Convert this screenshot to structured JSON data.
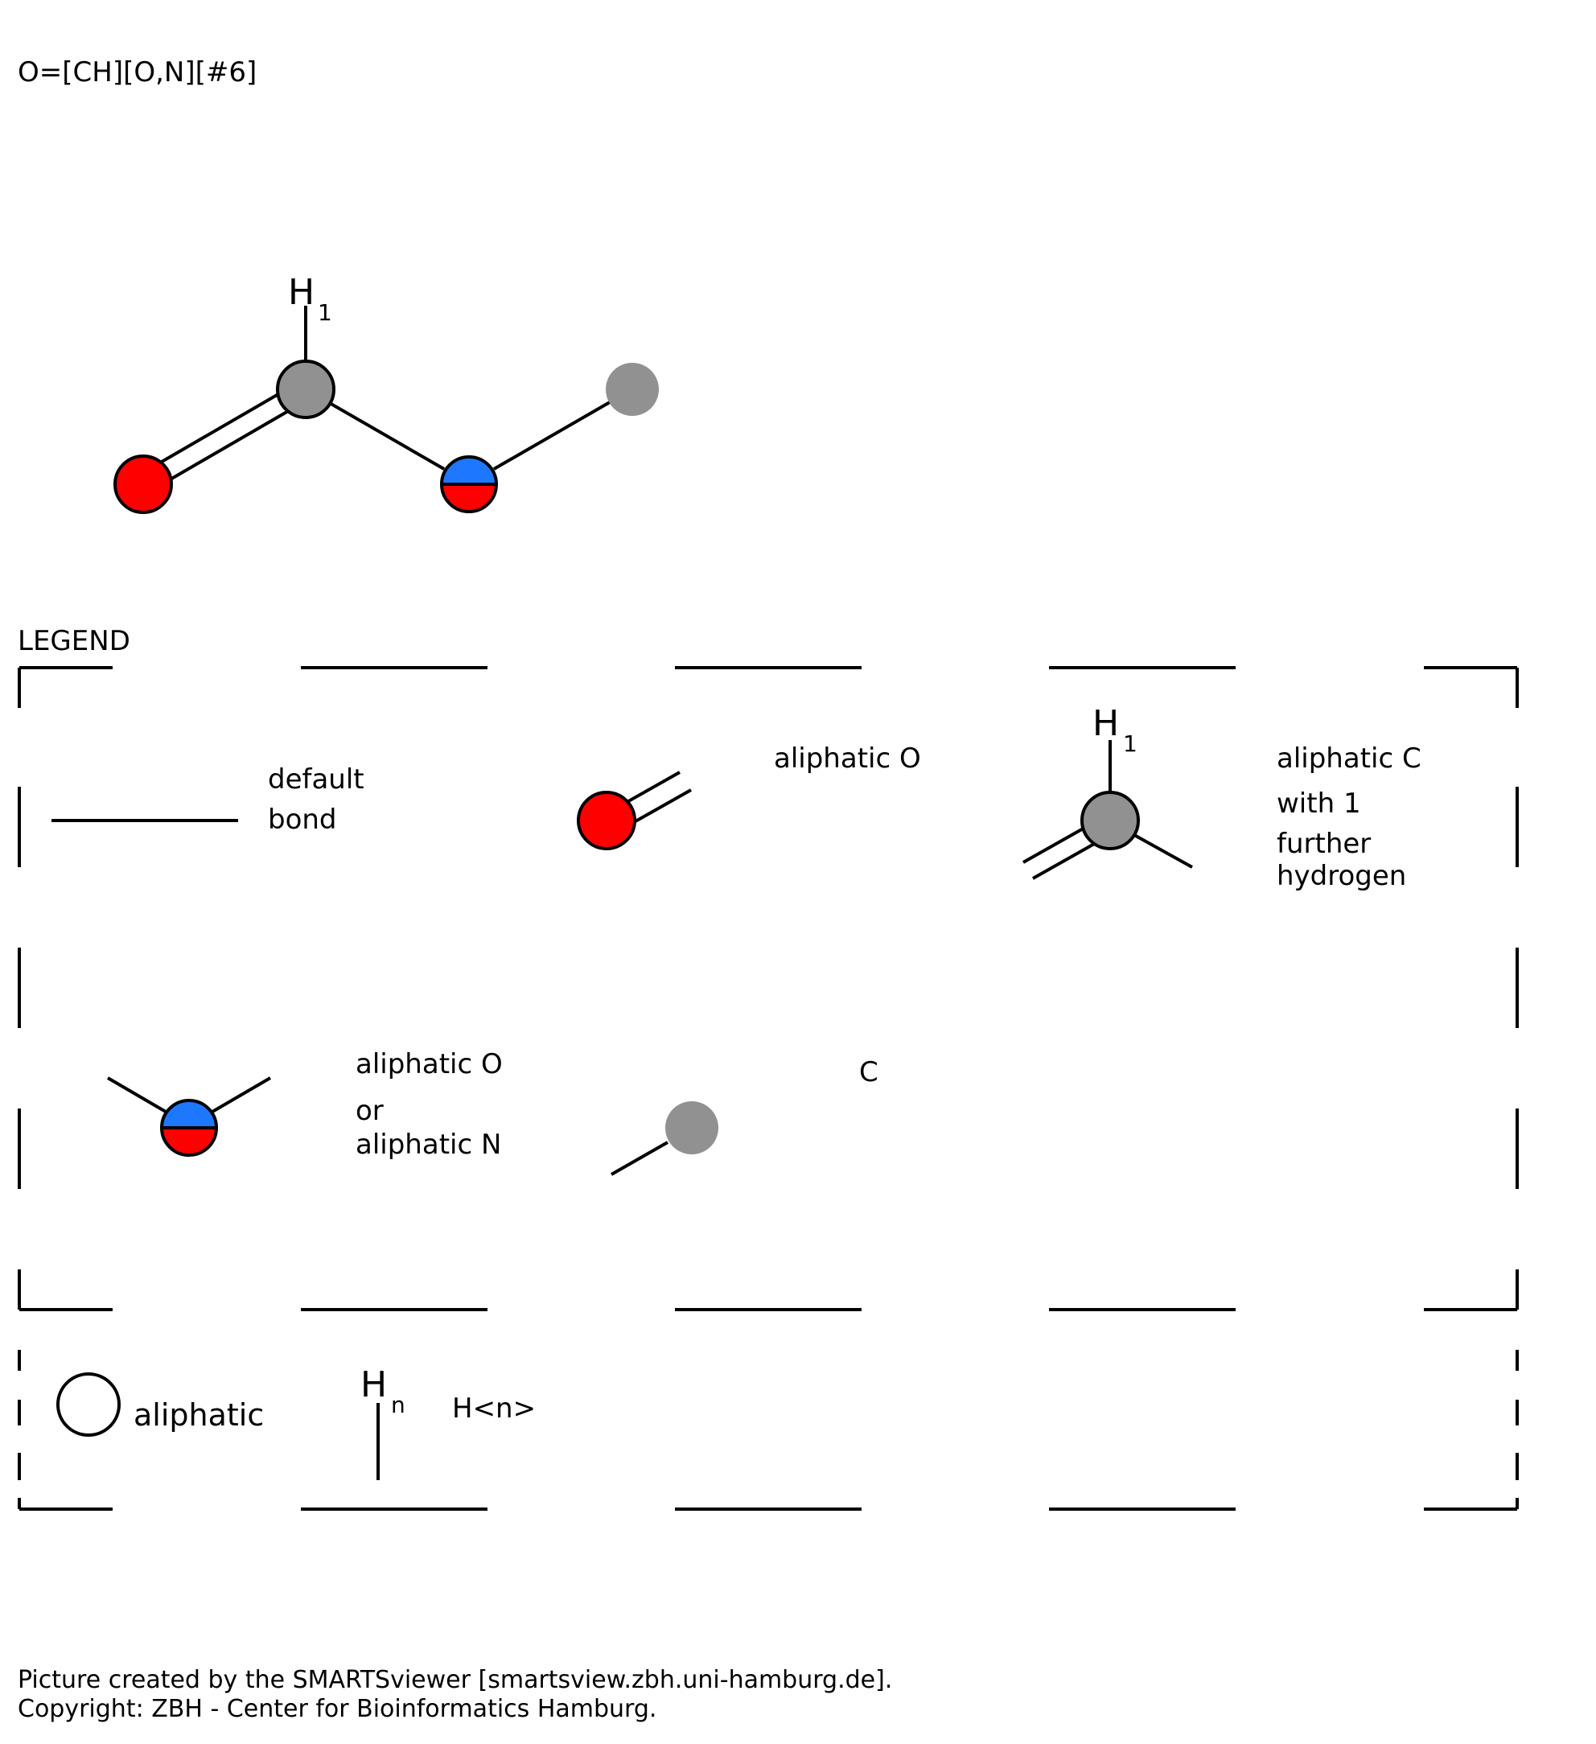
{
  "header": {
    "smarts": "O=[CH][O,N][#6]"
  },
  "colors": {
    "oxygen": "#ff0000",
    "nitrogen": "#1e78ff",
    "carbon": "#919191",
    "stroke": "#000000",
    "background": "#ffffff"
  },
  "molecule": {
    "h_label": "H",
    "h_count": "1"
  },
  "legend": {
    "title": "LEGEND",
    "default_bond": {
      "lines": [
        "default",
        "bond"
      ]
    },
    "oxygen": {
      "lines": [
        "aliphatic O"
      ]
    },
    "carbon_h": {
      "h_label": "H",
      "h_count": "1",
      "lines": [
        "aliphatic C",
        "with 1",
        "further",
        "hydrogen"
      ]
    },
    "o_or_n": {
      "lines": [
        "aliphatic O",
        "or",
        "aliphatic N"
      ]
    },
    "carbon_any": {
      "lines": [
        "C"
      ]
    },
    "aliphatic": {
      "label": "aliphatic"
    },
    "hydrogen_n": {
      "h_label": "H",
      "h_sub": "n",
      "label": "H<n>"
    }
  },
  "footer": {
    "line1": "Picture created by the SMARTSviewer [smartsview.zbh.uni-hamburg.de].",
    "line2": "Copyright: ZBH - Center for Bioinformatics Hamburg."
  }
}
